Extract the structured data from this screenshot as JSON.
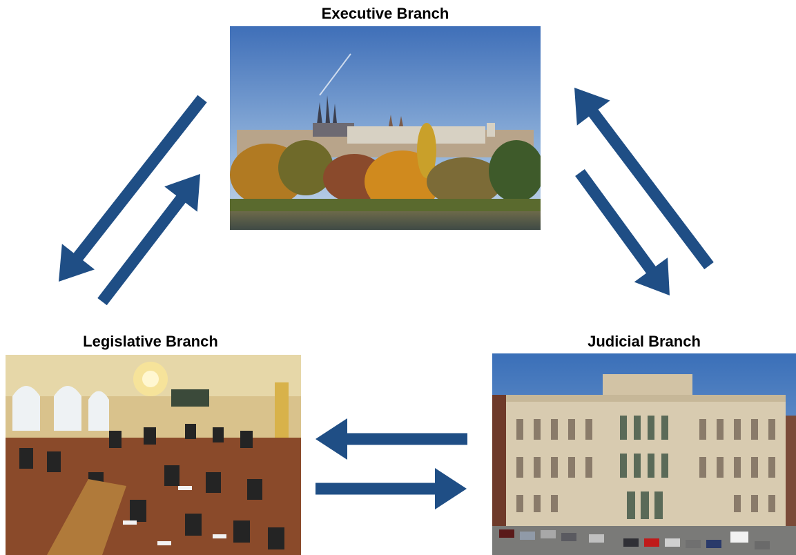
{
  "diagram": {
    "nodes": {
      "executive": {
        "label": "Executive Branch"
      },
      "legislative": {
        "label": "Legislative Branch"
      },
      "judicial": {
        "label": "Judicial Branch"
      }
    },
    "edges": [
      {
        "from": "executive",
        "to": "legislative"
      },
      {
        "from": "legislative",
        "to": "executive"
      },
      {
        "from": "executive",
        "to": "judicial"
      },
      {
        "from": "judicial",
        "to": "executive"
      },
      {
        "from": "judicial",
        "to": "legislative"
      },
      {
        "from": "legislative",
        "to": "judicial"
      }
    ],
    "colors": {
      "arrow": "#1F4E85"
    }
  }
}
